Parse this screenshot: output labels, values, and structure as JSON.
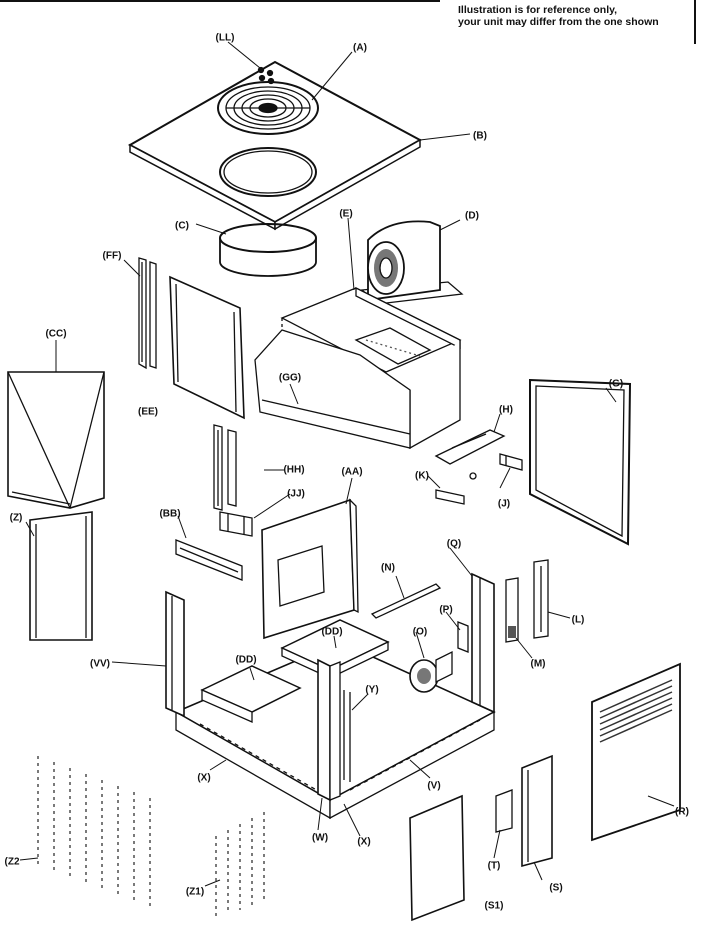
{
  "note": {
    "line1": "Illustration is for reference only,",
    "line2": "your unit may differ from the one shown"
  },
  "callouts": [
    {
      "id": "LL",
      "label": "(LL)"
    },
    {
      "id": "A",
      "label": "(A)"
    },
    {
      "id": "B",
      "label": "(B)"
    },
    {
      "id": "C",
      "label": "(C)"
    },
    {
      "id": "D",
      "label": "(D)"
    },
    {
      "id": "E",
      "label": "(E)"
    },
    {
      "id": "FF",
      "label": "(FF)"
    },
    {
      "id": "CC",
      "label": "(CC)"
    },
    {
      "id": "EE",
      "label": "(EE)"
    },
    {
      "id": "GG",
      "label": "(GG)"
    },
    {
      "id": "G",
      "label": "(G)"
    },
    {
      "id": "H",
      "label": "(H)"
    },
    {
      "id": "HH",
      "label": "(HH)"
    },
    {
      "id": "AA",
      "label": "(AA)"
    },
    {
      "id": "K",
      "label": "(K)"
    },
    {
      "id": "J",
      "label": "(J)"
    },
    {
      "id": "JJ",
      "label": "(JJ)"
    },
    {
      "id": "Z",
      "label": "(Z)"
    },
    {
      "id": "BB",
      "label": "(BB)"
    },
    {
      "id": "N",
      "label": "(N)"
    },
    {
      "id": "Q",
      "label": "(Q)"
    },
    {
      "id": "P",
      "label": "(P)"
    },
    {
      "id": "O",
      "label": "(O)"
    },
    {
      "id": "L",
      "label": "(L)"
    },
    {
      "id": "M",
      "label": "(M)"
    },
    {
      "id": "DD1",
      "label": "(DD)"
    },
    {
      "id": "DD2",
      "label": "(DD)"
    },
    {
      "id": "VV",
      "label": "(VV)"
    },
    {
      "id": "Y",
      "label": "(Y)"
    },
    {
      "id": "X1",
      "label": "(X)"
    },
    {
      "id": "V",
      "label": "(V)"
    },
    {
      "id": "R",
      "label": "(R)"
    },
    {
      "id": "W",
      "label": "(W)"
    },
    {
      "id": "X2",
      "label": "(X)"
    },
    {
      "id": "Z2",
      "label": "(Z2"
    },
    {
      "id": "T",
      "label": "(T)"
    },
    {
      "id": "S",
      "label": "(S)"
    },
    {
      "id": "Z1",
      "label": "(Z1)"
    },
    {
      "id": "S1",
      "label": "(S1)"
    }
  ],
  "colors": {
    "ink": "#111111",
    "paper": "#ffffff",
    "shade": "#555555"
  }
}
